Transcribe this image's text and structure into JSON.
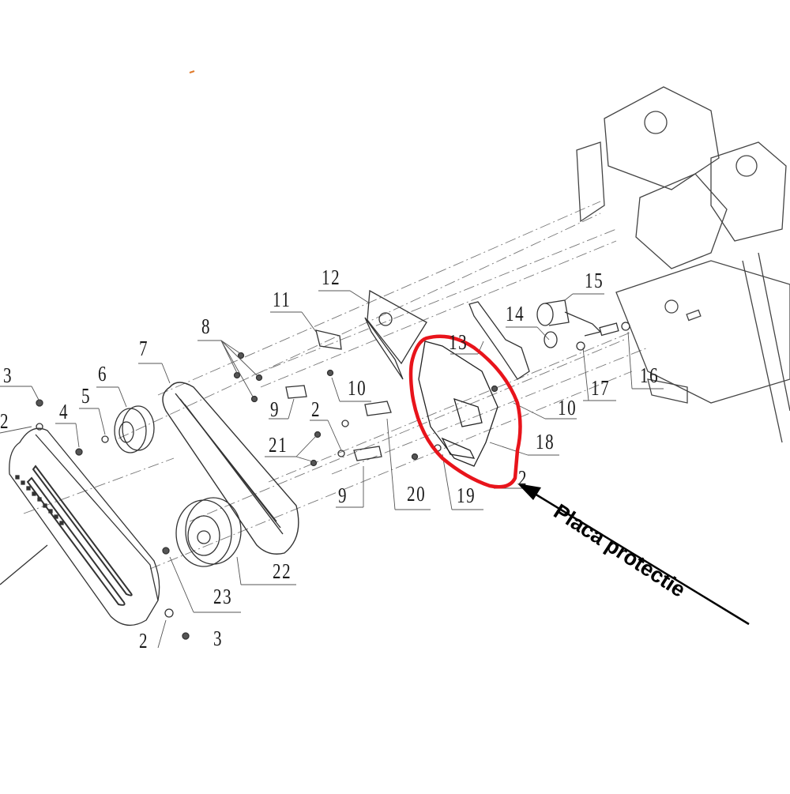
{
  "diagram": {
    "type": "exploded-parts-diagram",
    "subject": "Tiller belt drive assembly with engine",
    "annotation": {
      "label": "Placa protectie",
      "highlight_color": "#e8141b",
      "arrow_color": "#000000",
      "points_to_part": "13"
    },
    "callouts": [
      {
        "id": "c3a",
        "label": "3"
      },
      {
        "id": "c2a",
        "label": "2"
      },
      {
        "id": "c4",
        "label": "4"
      },
      {
        "id": "c5",
        "label": "5"
      },
      {
        "id": "c6",
        "label": "6"
      },
      {
        "id": "c7",
        "label": "7"
      },
      {
        "id": "c8",
        "label": "8"
      },
      {
        "id": "c9a",
        "label": "9"
      },
      {
        "id": "c2b",
        "label": "2"
      },
      {
        "id": "c21",
        "label": "21"
      },
      {
        "id": "c10a",
        "label": "10"
      },
      {
        "id": "c11",
        "label": "11"
      },
      {
        "id": "c12",
        "label": "12"
      },
      {
        "id": "c13",
        "label": "13"
      },
      {
        "id": "c14",
        "label": "14"
      },
      {
        "id": "c15",
        "label": "15"
      },
      {
        "id": "c16",
        "label": "16"
      },
      {
        "id": "c17",
        "label": "17"
      },
      {
        "id": "c10b",
        "label": "10"
      },
      {
        "id": "c18",
        "label": "18"
      },
      {
        "id": "c2c",
        "label": "2"
      },
      {
        "id": "c19",
        "label": "19"
      },
      {
        "id": "c20",
        "label": "20"
      },
      {
        "id": "c9b",
        "label": "9"
      },
      {
        "id": "c22",
        "label": "22"
      },
      {
        "id": "c23",
        "label": "23"
      },
      {
        "id": "c2d",
        "label": "2"
      },
      {
        "id": "c3b",
        "label": "3"
      }
    ],
    "parts": [
      {
        "name": "belt-cover"
      },
      {
        "name": "small-pulley"
      },
      {
        "name": "v-belt"
      },
      {
        "name": "large-pulley"
      },
      {
        "name": "mounting-bracket"
      },
      {
        "name": "protection-plate"
      },
      {
        "name": "tension-lever"
      },
      {
        "name": "tension-roller"
      },
      {
        "name": "engine"
      }
    ]
  }
}
